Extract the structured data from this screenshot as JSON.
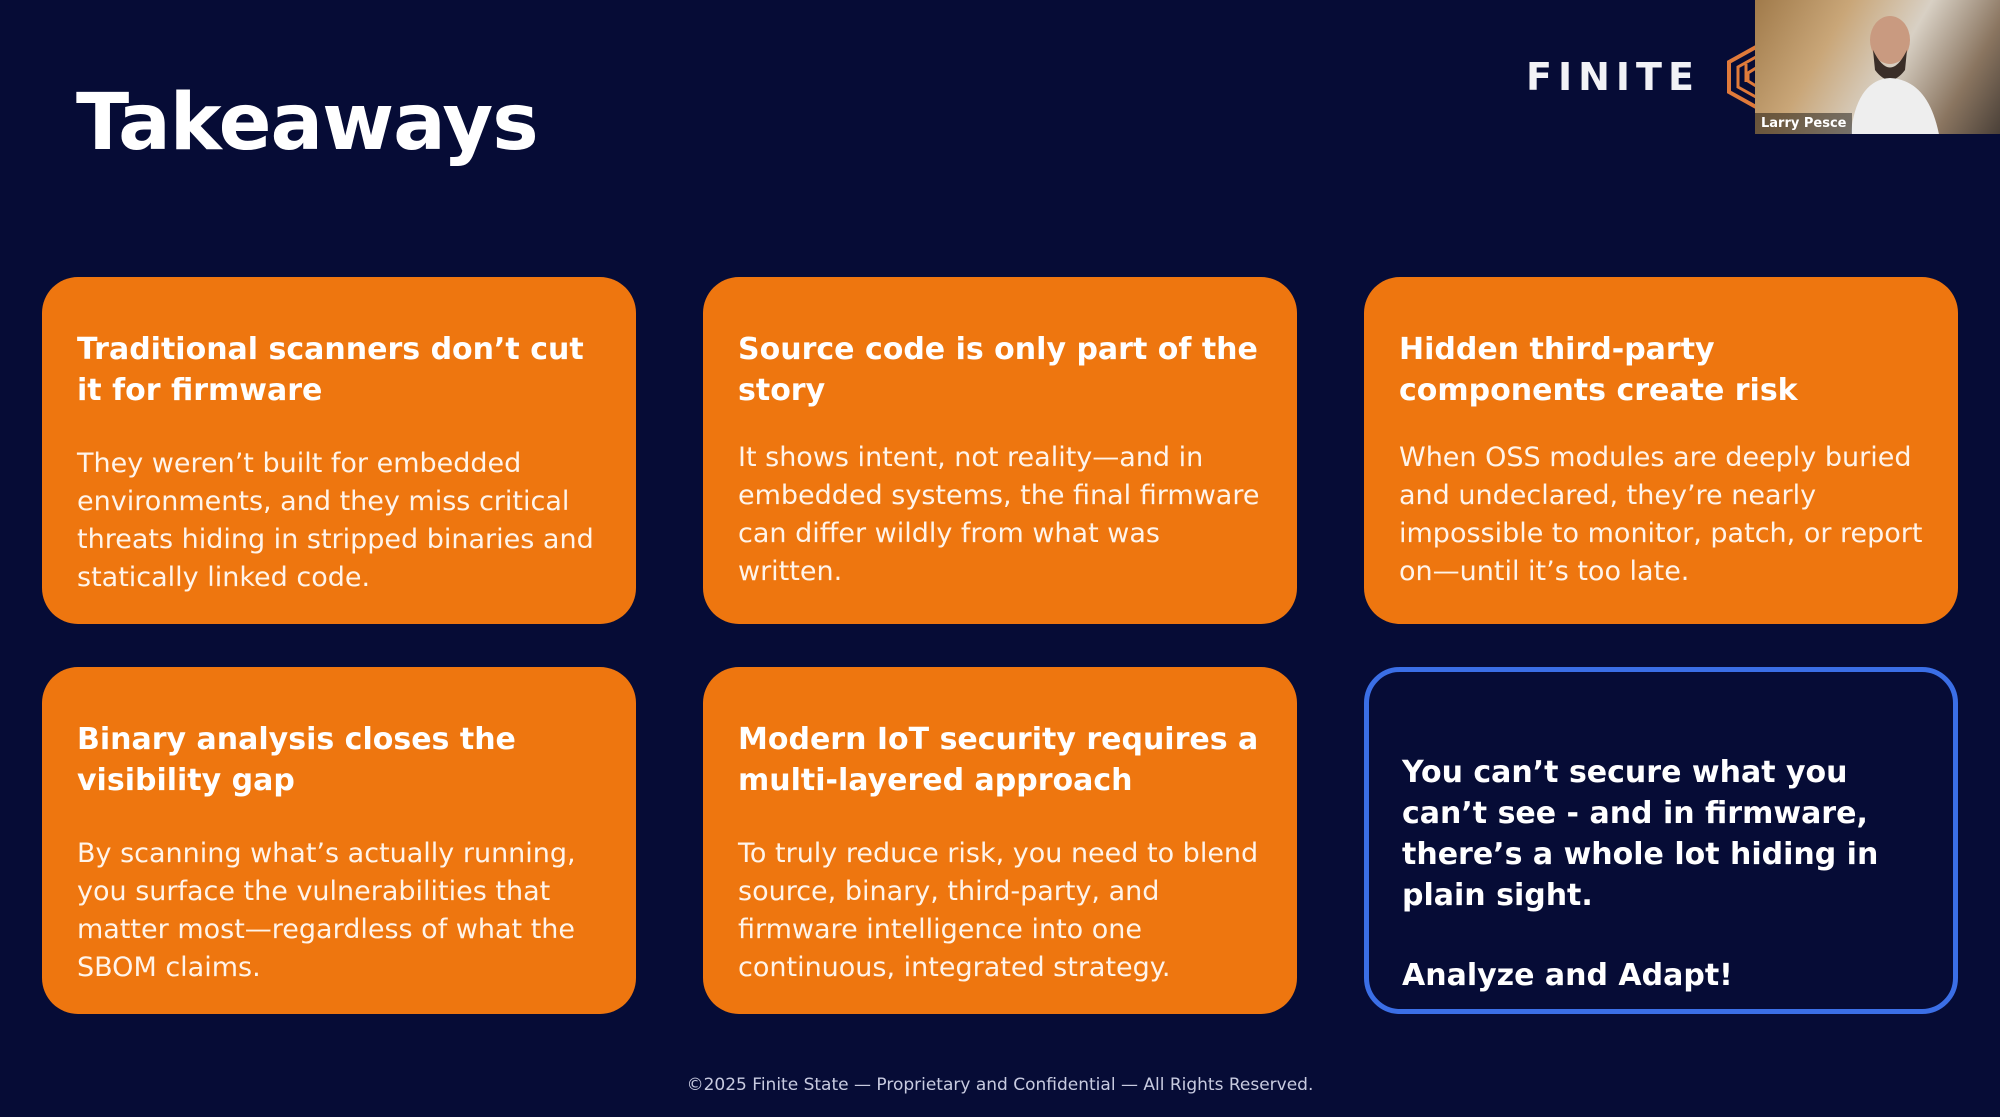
{
  "slide": {
    "title": "Takeaways",
    "logo_text": "FINITE",
    "footer": "©2025 Finite State — Proprietary and Confidential — All Rights Reserved."
  },
  "webcam": {
    "participant_name": "Larry Pesce"
  },
  "colors": {
    "background": "#060c36",
    "card": "#ee760f",
    "callout_border": "#3b6fe6",
    "logo_accent": "#e07a3a"
  },
  "cards": [
    {
      "heading": "Traditional scanners don’t cut it for firmware",
      "body": "They weren’t built for embedded environments, and they miss critical threats hiding in stripped binaries and statically linked code."
    },
    {
      "heading": "Source code is only part of the story",
      "body": "It shows intent, not reality—and in embedded systems, the final firmware can differ wildly from what was written."
    },
    {
      "heading": "Hidden third-party components create risk",
      "body": "When OSS modules are deeply buried and undeclared, they’re nearly impossible to monitor, patch, or report on—until it’s too late."
    },
    {
      "heading": "Binary analysis closes the visibility gap",
      "body": "By scanning what’s actually running, you surface the vulnerabilities that matter most—regardless of what the SBOM claims."
    },
    {
      "heading": "Modern IoT security requires a multi-layered approach",
      "body": "To truly reduce risk, you need to blend source, binary, third-party, and firmware intelligence into one continuous, integrated strategy."
    }
  ],
  "callout": {
    "quote": "You can’t secure what you can’t see - and in firmware, there’s a whole lot hiding in plain sight.",
    "cta": "Analyze and Adapt!"
  }
}
